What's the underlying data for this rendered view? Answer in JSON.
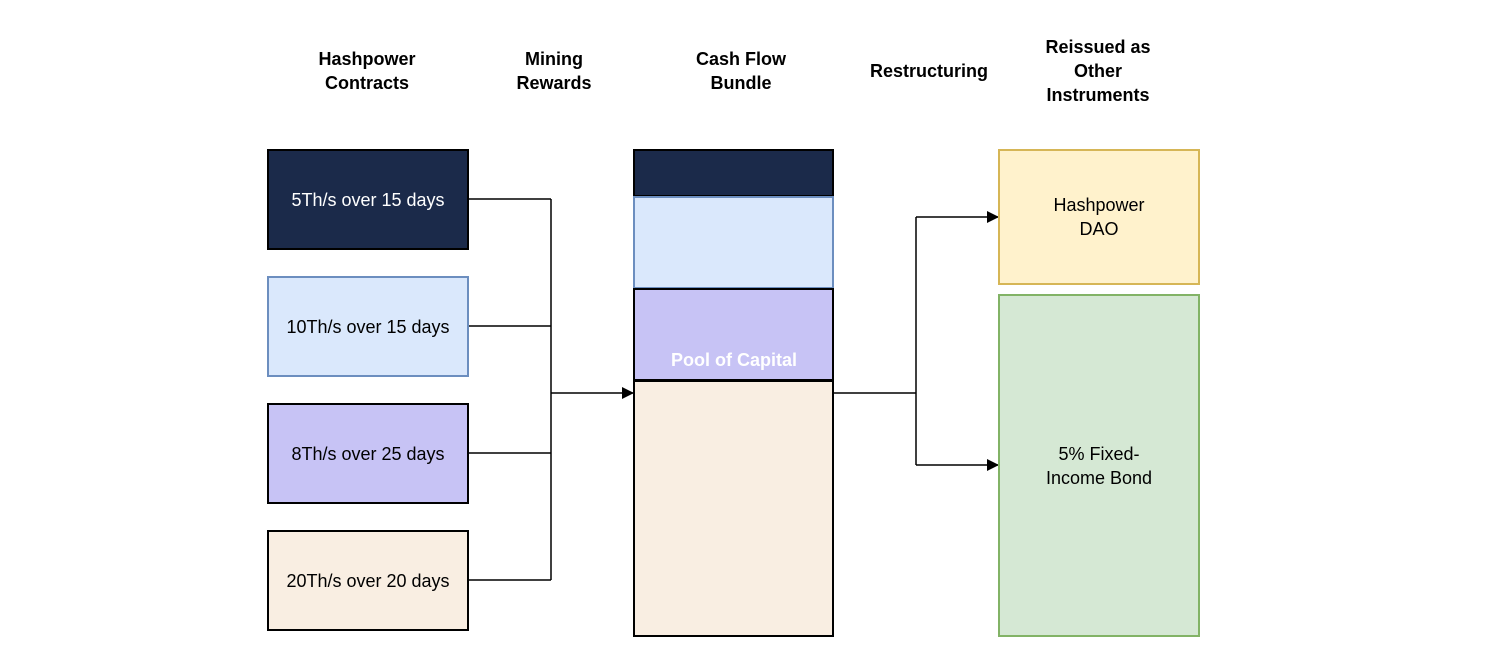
{
  "headers": {
    "contracts": "Hashpower\nContracts",
    "rewards": "Mining\nRewards",
    "bundle": "Cash Flow\nBundle",
    "restructuring": "Restructuring",
    "reissued": "Reissued as\nOther\nInstruments"
  },
  "contracts": [
    {
      "label": "5Th/s over 15 days",
      "color": "#1b2a4a"
    },
    {
      "label": "10Th/s over 15 days",
      "color": "#dae8fc"
    },
    {
      "label": "8Th/s over 25 days",
      "color": "#c7c3f5"
    },
    {
      "label": "20Th/s over 20 days",
      "color": "#f9eee2"
    }
  ],
  "bundle": {
    "pool_label": "Pool of Capital"
  },
  "outputs": [
    {
      "label": "Hashpower\nDAO",
      "color": "#fff2cc",
      "border": "#d6b656"
    },
    {
      "label": "5% Fixed-\nIncome Bond",
      "color": "#d5e8d4",
      "border": "#82b366"
    }
  ]
}
